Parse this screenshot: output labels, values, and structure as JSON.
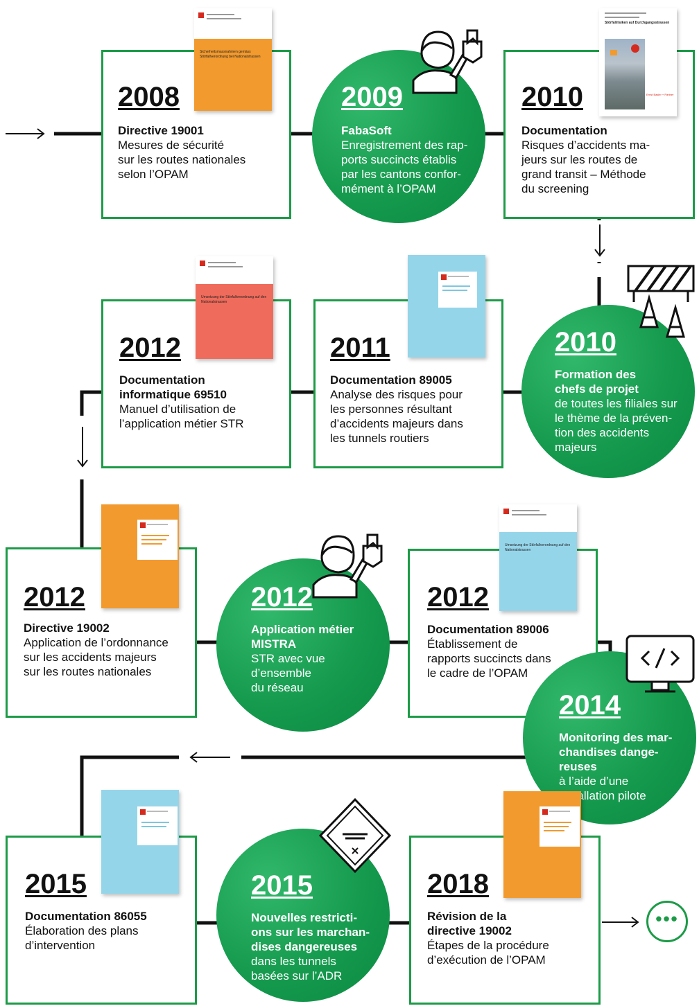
{
  "timeline": [
    {
      "year": "2008",
      "title": "Directive 19001",
      "text": "Mesures de sécurité\nsur les routes nationales\nselon l’OPAM"
    },
    {
      "year": "2009",
      "title": "FabaSoft",
      "text": "Enregistrement des rap-\nports succincts établis\npar les cantons confor-\nmément à l’OPAM"
    },
    {
      "year": "2010",
      "title": "Documentation",
      "text": "Risques d’accidents ma-\njeurs sur les routes de\ngrand transit – Méthode\ndu screening"
    },
    {
      "year": "2010",
      "title": "Formation des\nchefs de projet",
      "text": "de toutes les filiales sur\nle thème de la préven-\ntion des accidents\nmajeurs"
    },
    {
      "year": "2011",
      "title": "Documentation 89005",
      "text": "Analyse des risques pour\nles personnes résultant\nd’accidents majeurs dans\nles tunnels routiers"
    },
    {
      "year": "2012",
      "title": "Documentation\ninformatique 69510",
      "text": "Manuel d’utilisation de\nl’application métier STR"
    },
    {
      "year": "2012",
      "title": "Directive 19002",
      "text": "Application de l’ordonnance\nsur les accidents majeurs\nsur les routes nationales"
    },
    {
      "year": "2012",
      "title": "Application métier\nMISTRA",
      "text": "STR avec vue\nd’ensemble\ndu réseau"
    },
    {
      "year": "2012",
      "title": "Documentation 89006",
      "text": "Établissement de\nrapports succincts dans\nle cadre de l’OPAM"
    },
    {
      "year": "2014",
      "title": "Monitoring des mar-\nchandises dange-\nreuses",
      "text": " à l’aide d’une\ninstallation pilote"
    },
    {
      "year": "2015",
      "title": "Documentation 86055",
      "text": "Élaboration des plans\nd’intervention"
    },
    {
      "year": "2015",
      "title": "Nouvelles restricti-\nons sur les marchan-\ndises dangereuses",
      "text": "dans les tunnels\nbasées sur l’ADR"
    },
    {
      "year": "2018",
      "title": "Révision de la\ndirective 19002",
      "text": "Étapes de la procédure\nd’exécution de l’OPAM"
    }
  ],
  "doc_covers": {
    "c2008": "Sicherheitsmassnahmen gemäss Störfallverordnung bei Nationalstrassen",
    "c2010": "Störfallrisiken auf Durchgangsstrassen",
    "c2010_brand": "Ernst Basler + Partner",
    "c2012a": "Umsetzung der Störfallverordnung auf den Nationalstrassen",
    "c2012c": "Umsetzung der Störfallverordnung auf den Nationalstrassen"
  },
  "end_symbol": "•••",
  "colors": {
    "green": "#1c9b47",
    "orange": "#f29a2e",
    "red": "#ef6b5b",
    "lightblue": "#95d5ea"
  },
  "icons": [
    "person-drawing-icon",
    "roadblock-icon",
    "monitor-code-icon",
    "hazard-sign-icon",
    "arrow-right-icon",
    "arrow-down-icon",
    "arrow-left-icon",
    "more-icon"
  ]
}
